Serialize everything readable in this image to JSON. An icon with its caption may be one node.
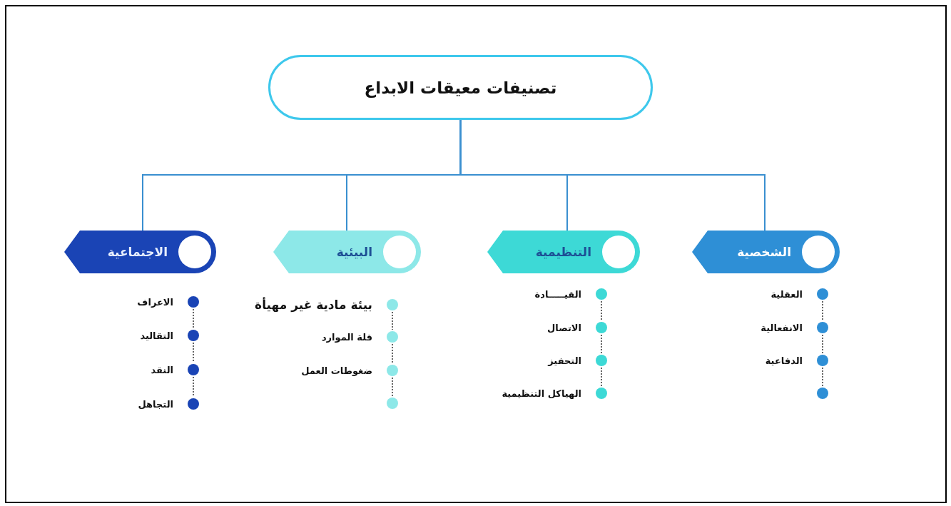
{
  "diagram": {
    "nodes": [
      {
        "text": [
          "تصنيفات معيقات الابداع"
        ]
      },
      {
        "text": [
          "الشخصية"
        ]
      },
      {
        "text": [
          "التنظيمية"
        ]
      },
      {
        "text": [
          "البيئية"
        ]
      },
      {
        "text": [
          "الاجتماعية"
        ]
      },
      {
        "text": [
          "العقلية"
        ]
      },
      {
        "text": [
          "الانفعالية"
        ]
      },
      {
        "text": [
          "الدفاعية"
        ]
      },
      {
        "text": [],
        "shape": "circle"
      },
      {
        "text": [
          "القيـــــادة"
        ]
      },
      {
        "text": [
          "الاتصال"
        ]
      },
      {
        "text": [
          "التحفيز"
        ]
      },
      {
        "text": [
          "الهياكل التنظيمية"
        ]
      },
      {
        "text": [
          "بيئة مادية غير مهيأة"
        ]
      },
      {
        "text": [
          "قلة الموارد"
        ]
      },
      {
        "text": [
          "ضغوطات العمل"
        ]
      },
      {
        "text": [],
        "shape": "circle"
      },
      {
        "text": [
          "الاعراف"
        ]
      },
      {
        "text": [
          "التقاليد"
        ]
      },
      {
        "text": [
          "النقد"
        ]
      },
      {
        "text": [
          "التجاهل"
        ]
      }
    ],
    "edges": [
      {
        "from": 0,
        "to": 1,
        "arrow": "none",
        "color": "#3a8fd0"
      },
      {
        "from": 0,
        "to": 2,
        "arrow": "none",
        "color": "#3a8fd0"
      },
      {
        "from": 0,
        "to": 3,
        "arrow": "none",
        "color": "#3a8fd0"
      },
      {
        "from": 0,
        "to": 4,
        "arrow": "none",
        "color": "#3a8fd0"
      },
      {
        "from": 5,
        "to": 6,
        "arrow": "none",
        "style": "dashed"
      },
      {
        "from": 6,
        "to": 7,
        "arrow": "none",
        "style": "dashed"
      },
      {
        "from": 7,
        "to": 8,
        "arrow": "none",
        "style": "dashed"
      },
      {
        "from": 9,
        "to": 10,
        "arrow": "none",
        "style": "dashed"
      },
      {
        "from": 10,
        "to": 11,
        "arrow": "none",
        "style": "dashed"
      },
      {
        "from": 11,
        "to": 12,
        "arrow": "none",
        "style": "dashed"
      },
      {
        "from": 13,
        "to": 14,
        "arrow": "none",
        "style": "dashed"
      },
      {
        "from": 14,
        "to": 15,
        "arrow": "none",
        "style": "dashed"
      },
      {
        "from": 15,
        "to": 16,
        "arrow": "none",
        "style": "dashed"
      },
      {
        "from": 17,
        "to": 18,
        "arrow": "none",
        "style": "dashed"
      },
      {
        "from": 18,
        "to": 19,
        "arrow": "none",
        "style": "dashed"
      },
      {
        "from": 19,
        "to": 20,
        "arrow": "none",
        "style": "dashed"
      }
    ]
  }
}
